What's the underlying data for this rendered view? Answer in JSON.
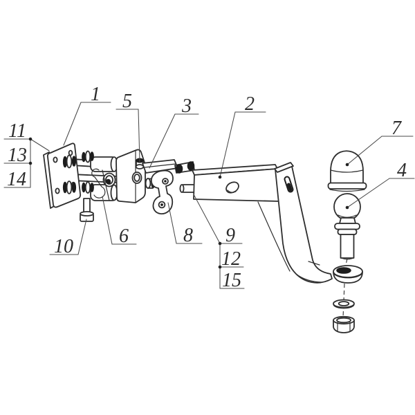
{
  "diagram": {
    "kind": "exploded-parts-line-drawing",
    "colors": {
      "background": "#ffffff",
      "ink": "#2e2e2e",
      "leader": "#4a4a4a"
    },
    "callouts": [
      {
        "id": "1",
        "label": "1"
      },
      {
        "id": "5",
        "label": "5"
      },
      {
        "id": "3",
        "label": "3"
      },
      {
        "id": "2",
        "label": "2"
      },
      {
        "id": "7",
        "label": "7"
      },
      {
        "id": "4",
        "label": "4"
      },
      {
        "id": "11",
        "label": "11"
      },
      {
        "id": "13",
        "label": "13"
      },
      {
        "id": "14",
        "label": "14"
      },
      {
        "id": "10",
        "label": "10"
      },
      {
        "id": "6",
        "label": "6"
      },
      {
        "id": "8",
        "label": "8"
      },
      {
        "id": "9",
        "label": "9"
      },
      {
        "id": "12",
        "label": "12"
      },
      {
        "id": "15",
        "label": "15"
      }
    ],
    "linked_callout_groups": [
      [
        "11",
        "13",
        "14"
      ],
      [
        "9",
        "12",
        "15"
      ]
    ]
  }
}
